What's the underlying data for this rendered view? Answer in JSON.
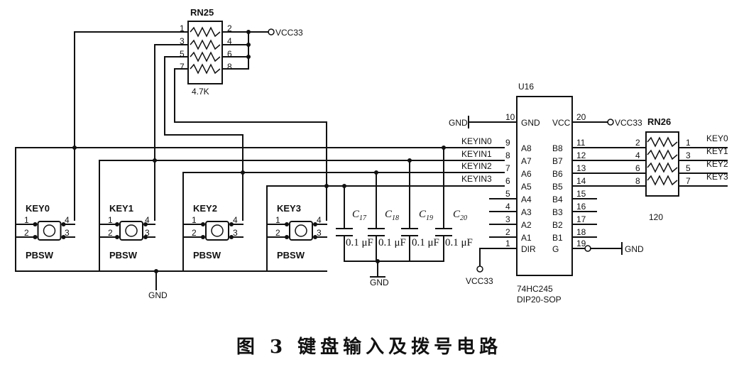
{
  "rn25": {
    "ref": "RN25",
    "value": "4.7K",
    "pins_left": [
      "1",
      "3",
      "5",
      "7"
    ],
    "pins_right": [
      "2",
      "4",
      "6",
      "8"
    ]
  },
  "vcc_top": "VCC33",
  "gnd_bottom": "GND",
  "keys": [
    {
      "name": "KEY0",
      "type": "PBSW",
      "pins": [
        "1",
        "2",
        "4",
        "3"
      ]
    },
    {
      "name": "KEY1",
      "type": "PBSW",
      "pins": [
        "1",
        "2",
        "4",
        "3"
      ]
    },
    {
      "name": "KEY2",
      "type": "PBSW",
      "pins": [
        "1",
        "2",
        "4",
        "3"
      ]
    },
    {
      "name": "KEY3",
      "type": "PBSW",
      "pins": [
        "1",
        "2",
        "4",
        "3"
      ]
    }
  ],
  "caps": [
    {
      "ref": "C",
      "sub": "17",
      "value": "0.1 μF"
    },
    {
      "ref": "C",
      "sub": "18",
      "value": "0.1 μF"
    },
    {
      "ref": "C",
      "sub": "19",
      "value": "0.1 μF"
    },
    {
      "ref": "C",
      "sub": "20",
      "value": "0.1 μF"
    }
  ],
  "cap_gnd": "GND",
  "nets": [
    "KEYIN0",
    "KEYIN1",
    "KEYIN2",
    "KEYIN3"
  ],
  "u16": {
    "ref": "U16",
    "part": "74HC245",
    "package": "DIP20-SOP",
    "gnd_label": "GND",
    "vcc_label": "VCC33",
    "dir_vcc": "VCC33",
    "g_gnd": "GND",
    "left_pins": [
      {
        "num": "10",
        "name": "GND"
      },
      {
        "num": "9",
        "name": "A8"
      },
      {
        "num": "8",
        "name": "A7"
      },
      {
        "num": "7",
        "name": "A6"
      },
      {
        "num": "6",
        "name": "A5"
      },
      {
        "num": "5",
        "name": "A4"
      },
      {
        "num": "4",
        "name": "A3"
      },
      {
        "num": "3",
        "name": "A2"
      },
      {
        "num": "2",
        "name": "A1"
      },
      {
        "num": "1",
        "name": "DIR"
      }
    ],
    "right_pins": [
      {
        "num": "20",
        "name": "VCC"
      },
      {
        "num": "11",
        "name": "B8"
      },
      {
        "num": "12",
        "name": "B7"
      },
      {
        "num": "13",
        "name": "B6"
      },
      {
        "num": "14",
        "name": "B5"
      },
      {
        "num": "15",
        "name": "B4"
      },
      {
        "num": "16",
        "name": "B3"
      },
      {
        "num": "17",
        "name": "B2"
      },
      {
        "num": "18",
        "name": "B1"
      },
      {
        "num": "19",
        "name": "G"
      }
    ]
  },
  "rn26": {
    "ref": "RN26",
    "value": "120",
    "pins_left": [
      "2",
      "4",
      "6",
      "8"
    ],
    "pins_right": [
      "1",
      "3",
      "5",
      "7"
    ]
  },
  "outputs": [
    "KEY0",
    "KEY1",
    "KEY2",
    "KEY3"
  ],
  "caption": "图 3  键盘输入及拨号电路"
}
